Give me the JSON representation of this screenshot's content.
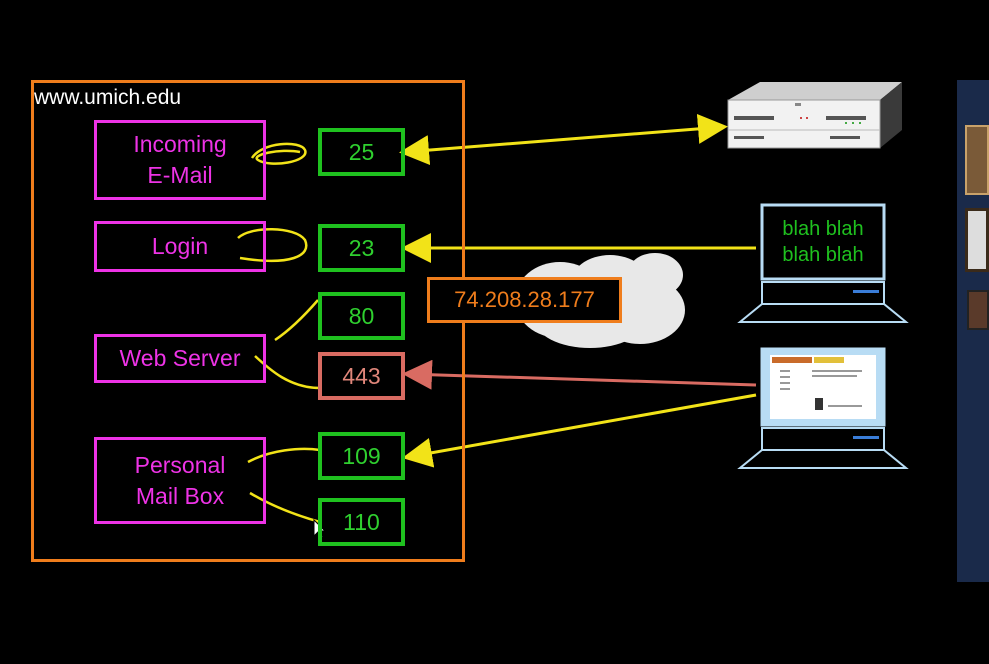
{
  "server": {
    "hostname": "www.umich.edu",
    "services": [
      {
        "label": "Incoming\nE-Mail"
      },
      {
        "label": "Login"
      },
      {
        "label": "Web Server"
      },
      {
        "label": "Personal\nMail Box"
      }
    ],
    "ports": [
      "25",
      "23",
      "80",
      "443",
      "109",
      "110"
    ]
  },
  "network": {
    "ip_address": "74.208.28.177"
  },
  "clients": {
    "terminal_text": "blah blah\nblah blah"
  },
  "colors": {
    "background": "#000000",
    "server_border": "#ef7d1c",
    "service_border": "#ee33e6",
    "port_border": "#1fc11f",
    "secure_port": "#d96b62",
    "arrow": "#f2e318"
  }
}
